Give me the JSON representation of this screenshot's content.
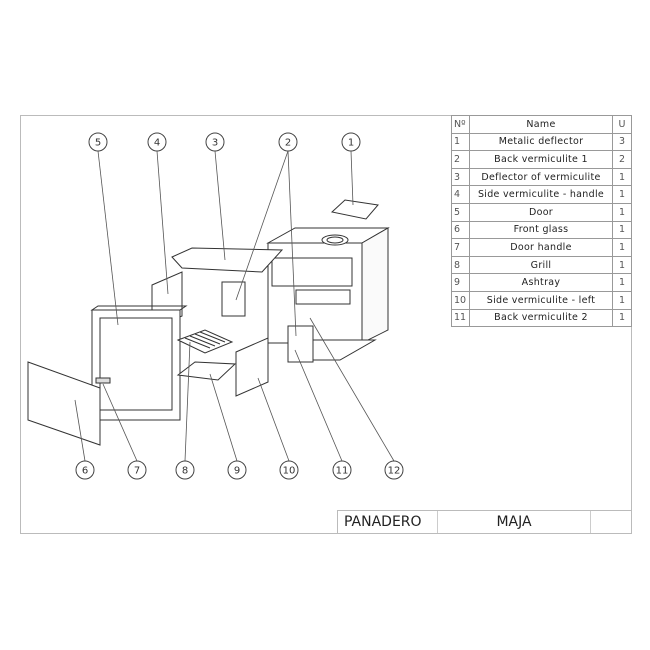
{
  "parts_table": {
    "headers": {
      "number": "Nº",
      "name": "Name",
      "units": "U"
    },
    "rows": [
      {
        "number": "1",
        "name": "Metalic deflector",
        "units": "3"
      },
      {
        "number": "2",
        "name": "Back vermiculite 1",
        "units": "2"
      },
      {
        "number": "3",
        "name": "Deflector of vermiculite",
        "units": "1"
      },
      {
        "number": "4",
        "name": "Side vermiculite - handle",
        "units": "1"
      },
      {
        "number": "5",
        "name": "Door",
        "units": "1"
      },
      {
        "number": "6",
        "name": "Front glass",
        "units": "1"
      },
      {
        "number": "7",
        "name": "Door handle",
        "units": "1"
      },
      {
        "number": "8",
        "name": "Grill",
        "units": "1"
      },
      {
        "number": "9",
        "name": "Ashtray",
        "units": "1"
      },
      {
        "number": "10",
        "name": "Side vermiculite - left",
        "units": "1"
      },
      {
        "number": "11",
        "name": "Back vermiculite 2",
        "units": "1"
      }
    ]
  },
  "balloons": [
    "1",
    "2",
    "3",
    "4",
    "5",
    "6",
    "7",
    "8",
    "9",
    "10",
    "11",
    "12"
  ],
  "title_block": {
    "product_type": "PANADERO",
    "model": "MAJA",
    "extra": ""
  }
}
